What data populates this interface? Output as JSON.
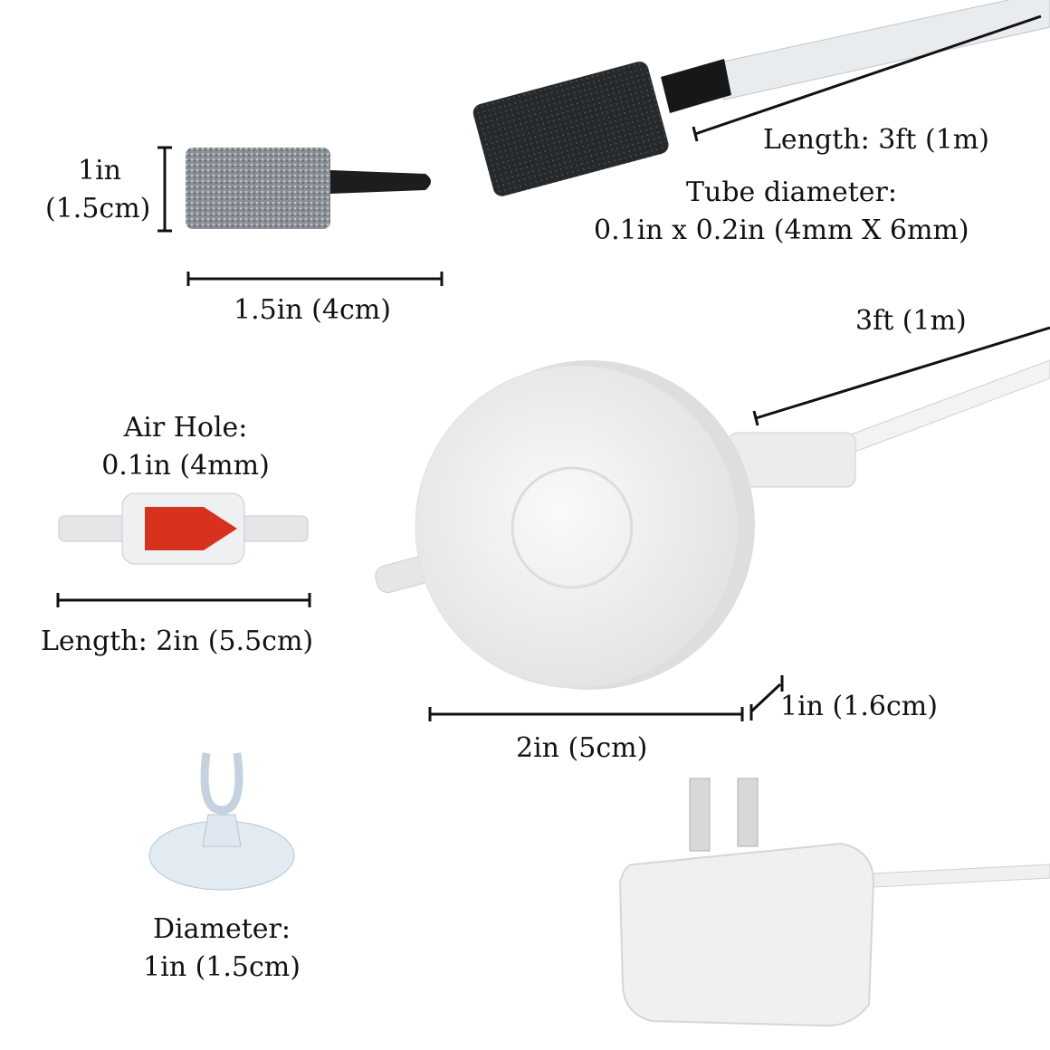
{
  "air_stone_small": {
    "height_label_line1": "1in",
    "height_label_line2": "(1.5cm)",
    "length_label": "1.5in (4cm)"
  },
  "air_stone_tube": {
    "length_label": "Length: 3ft (1m)",
    "tube_diameter_title": "Tube diameter:",
    "tube_diameter_value": "0.1in x 0.2in (4mm X 6mm)"
  },
  "check_valve": {
    "air_hole_title": "Air Hole:",
    "air_hole_value": "0.1in (4mm)",
    "length_label": "Length: 2in (5.5cm)"
  },
  "pump": {
    "cord_label": "3ft (1m)",
    "diameter_label": "2in (5cm)",
    "thickness_label": "1in (1.6cm)"
  },
  "suction_cup": {
    "diameter_title": "Diameter:",
    "diameter_value": "1in (1.5cm)"
  },
  "colors": {
    "valve_red": "#d8321f",
    "stone_dark": "#2a2e30",
    "stone_gray": "#8a9096"
  }
}
